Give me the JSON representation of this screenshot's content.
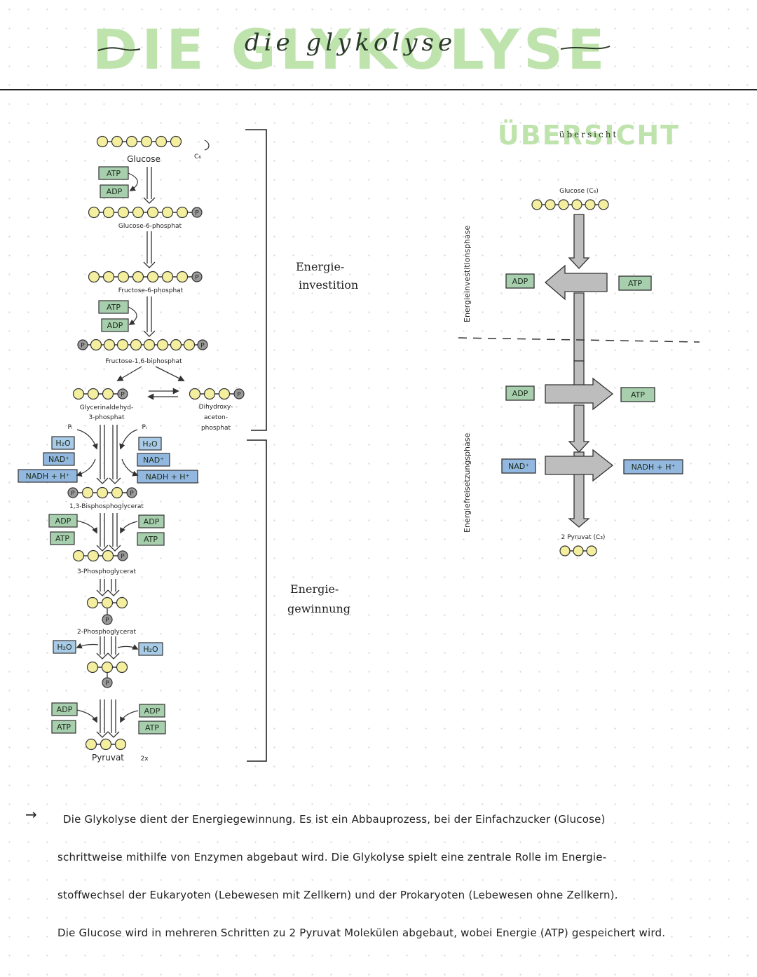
{
  "title": {
    "big": "DIE GLYKOLYSE",
    "script": "die glykolyse"
  },
  "overview": {
    "heading_big": "ÜBERSICHT",
    "heading_small": "übersicht",
    "glucose": "Glucose (C₆)",
    "pyruvat": "2 Pyruvat (C₃)",
    "phase1_vertical": "Energieinvestitionsphase",
    "phase2_vertical": "Energiefreisetzungsphase",
    "inv_left": "ADP",
    "inv_right": "ATP",
    "rel1_left": "ADP",
    "rel1_right": "ATP",
    "rel2_left": "NAD⁺",
    "rel2_right": "NADH + H⁺"
  },
  "pathway": {
    "glucose": "Glucose",
    "c6": "C₆",
    "g6p": "Glucose-6-phosphat",
    "f6p": "Fructose-6-phosphat",
    "f16bp": "Fructose-1,6-biphosphat",
    "gap_line1": "Glycerinaldehyd-",
    "gap_line2": "3-phosphat",
    "dhap_line1": "Dihydroxy-",
    "dhap_line2": "aceton-",
    "dhap_line3": "phosphat",
    "bpg": "1,3-Bisphosphoglycerat",
    "pg3": "3-Phosphoglycerat",
    "pg2": "2-Phosphoglycerat",
    "pyruvat": "Pyruvat",
    "times2": "2x",
    "p": "P",
    "pi": "Pᵢ",
    "atp": "ATP",
    "adp": "ADP",
    "h2o": "H₂O",
    "nad": "NAD⁺",
    "nadh": "NADH + H⁺"
  },
  "phases": {
    "investment_line1": "Energie-",
    "investment_line2": "investition",
    "gain_line1": "Energie-",
    "gain_line2": "gewinnung"
  },
  "summary": {
    "line1": "Die Glykolyse dient der Energiegewinnung. Es ist ein Abbauprozess, bei der Einfachzucker (Glucose)",
    "line2": "schrittweise mithilfe von Enzymen abgebaut wird. Die Glykolyse spielt eine zentrale Rolle im Energie-",
    "line3": "stoffwechsel der Eukaryoten (Lebewesen mit Zellkern) und der Prokaryoten (Lebewesen ohne Zellkern).",
    "line4": "Die Glucose wird in mehreren Schritten zu 2 Pyruvat Molekülen abgebaut, wobei Energie (ATP) gespeichert wird."
  },
  "colors": {
    "atp_adp_box": "#a7cfae",
    "nad_box": "#93b8e0",
    "h2o_box": "#a9cbe8",
    "carbon": "#f4ef9e",
    "phosphate": "#9a9a9a",
    "title_green": "#bfe3ad",
    "arrow_gray": "#bdbdbd"
  }
}
